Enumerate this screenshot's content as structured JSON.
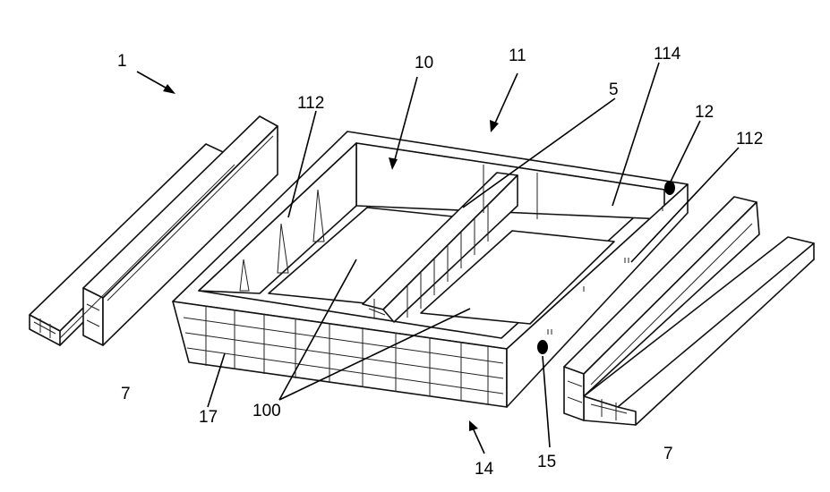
{
  "labels": {
    "ref_1": "1",
    "ref_10": "10",
    "ref_11": "11",
    "ref_114": "114",
    "ref_5": "5",
    "ref_12": "12",
    "ref_112_left": "112",
    "ref_112_right": "112",
    "ref_7_left": "7",
    "ref_7_right": "7",
    "ref_17": "17",
    "ref_100": "100",
    "ref_14": "14",
    "ref_15": "15"
  }
}
